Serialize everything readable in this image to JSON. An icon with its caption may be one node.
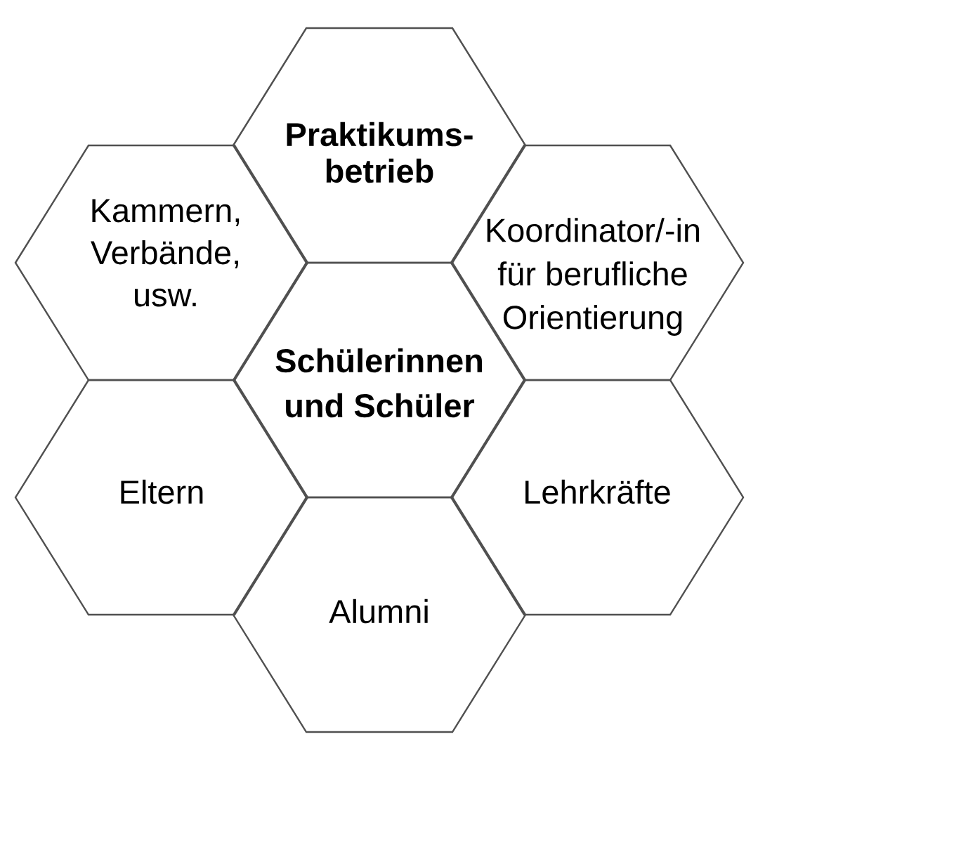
{
  "diagram": {
    "nodes": [
      {
        "text": [
          "Praktikums- betrieb"
        ]
      },
      {
        "text": [
          "Kammern, Verbände, usw."
        ]
      },
      {
        "text": [
          "Koordinator/-in für berufliche Orientierung"
        ]
      },
      {
        "text": [
          "Schülerinnen und Schüler"
        ]
      },
      {
        "text": [
          "Eltern"
        ]
      },
      {
        "text": [
          "Lehrkräfte"
        ]
      },
      {
        "text": [
          "Alumni"
        ]
      }
    ]
  }
}
